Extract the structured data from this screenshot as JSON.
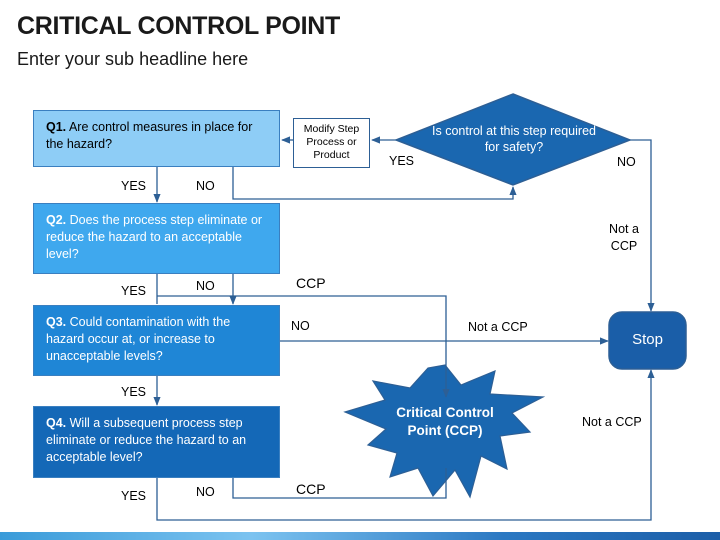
{
  "header": {
    "title": "CRITICAL CONTROL POINT",
    "subtitle": "Enter your sub headline here"
  },
  "questions": [
    {
      "number": "Q1.",
      "text": " Are control measures in place for the hazard?"
    },
    {
      "number": "Q2.",
      "text": " Does the process step eliminate or reduce the hazard to an acceptable level?"
    },
    {
      "number": "Q3.",
      "text": " Could contamination with the hazard occur at, or increase to unacceptable levels?"
    },
    {
      "number": "Q4.",
      "text": " Will a subsequent process step eliminate or reduce the hazard to an acceptable level?"
    }
  ],
  "modify_box": "Modify Step Process or Product",
  "decision": "Is control at this step required for safety?",
  "stop": "Stop",
  "ccp_star": "Critical Control Point (CCP)",
  "labels": {
    "q1_yes": "YES",
    "q1_no": "NO",
    "q2_yes": "YES",
    "q2_no": "NO",
    "q2_ccp": "CCP",
    "q3_no": "NO",
    "q3_yes": "YES",
    "q3_not_ccp": "Not a CCP",
    "q4_yes": "YES",
    "q4_no": "NO",
    "q4_ccp": "CCP",
    "decision_yes": "YES",
    "decision_no": "NO",
    "right_not_ccp": "Not a CCP",
    "bottom_not_ccp": "Not a CCP"
  },
  "colors": {
    "q1_fill": "#8ecdf6",
    "q2_fill": "#3fa8ee",
    "q3_fill": "#1f86d6",
    "q4_fill": "#1468b7",
    "decision_fill": "#1a67b0",
    "stop_fill": "#1a5ea8",
    "star_fill": "#1a67b0",
    "connector": "#2d5f95"
  }
}
